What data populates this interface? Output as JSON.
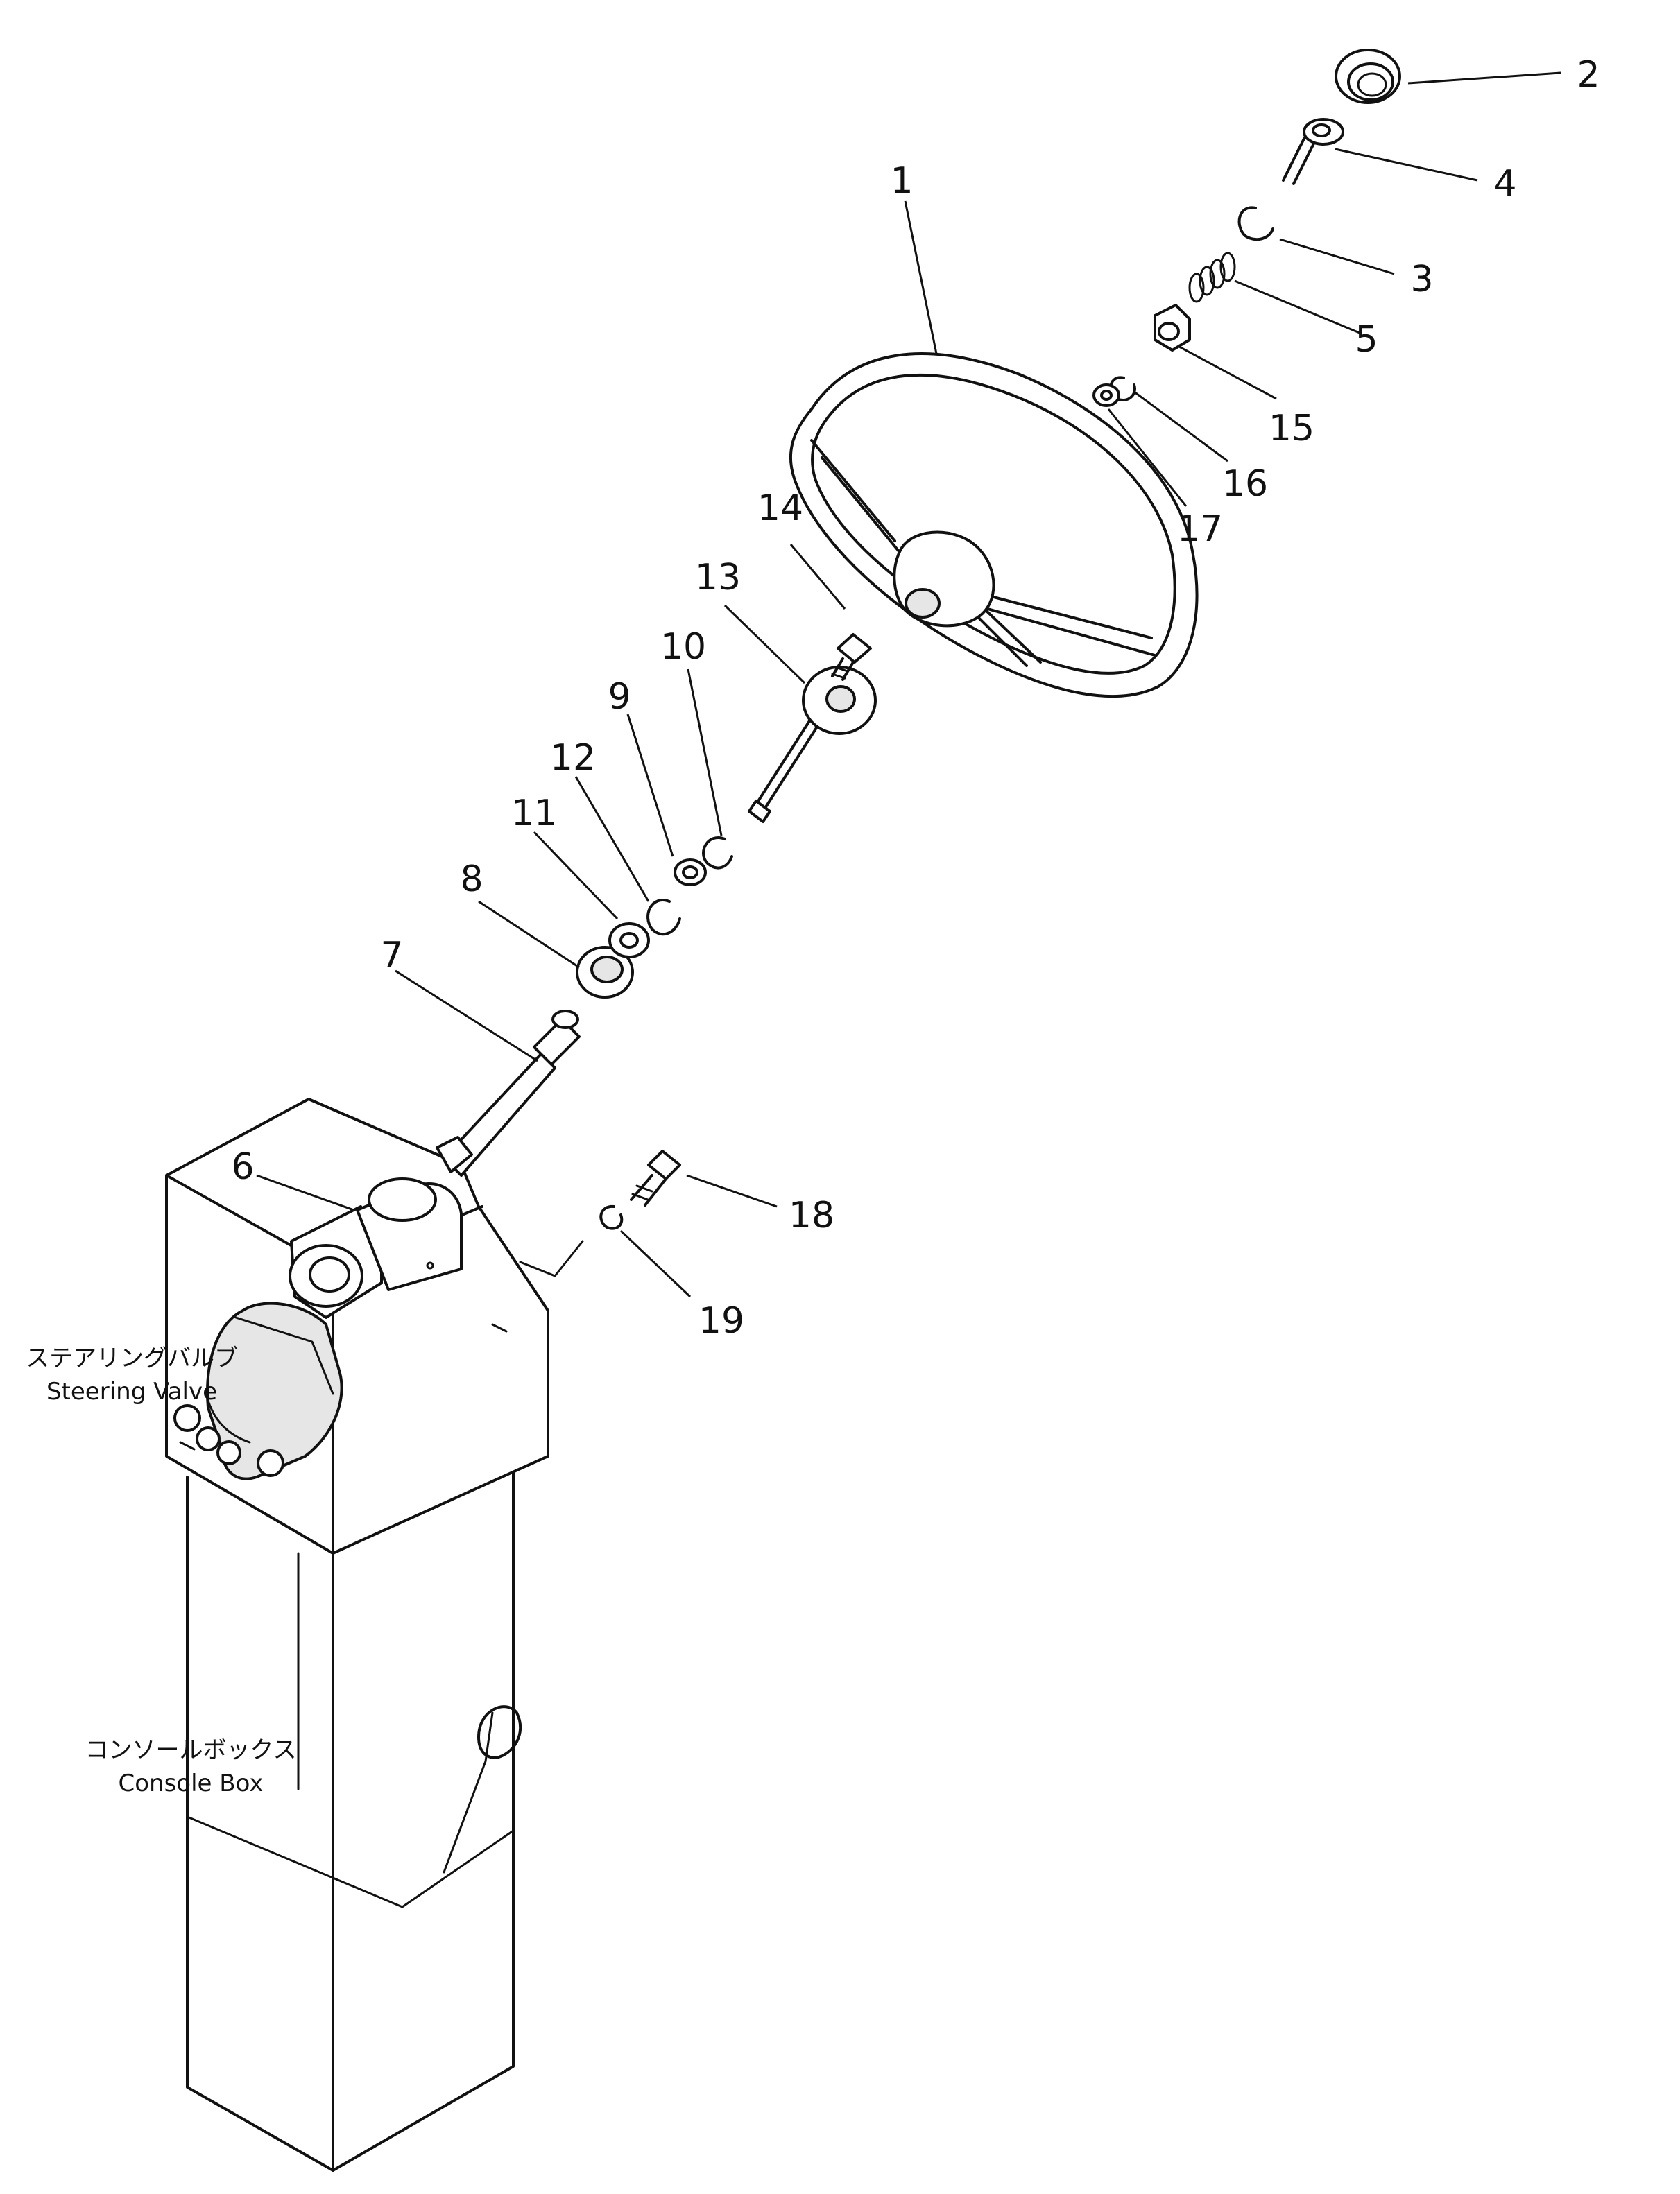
{
  "callouts": {
    "c1": "1",
    "c2": "2",
    "c3": "3",
    "c4": "4",
    "c5": "5",
    "c6": "6",
    "c7": "7",
    "c8": "8",
    "c9": "9",
    "c10": "10",
    "c11": "11",
    "c12": "12",
    "c13": "13",
    "c14": "14",
    "c15": "15",
    "c16": "16",
    "c17": "17",
    "c18": "18",
    "c19": "19"
  },
  "labels": {
    "steering_valve_jp": "ステアリングバルブ",
    "steering_valve_en": "Steering Valve",
    "console_box_jp": "コンソールボックス",
    "console_box_en": "Console Box"
  }
}
